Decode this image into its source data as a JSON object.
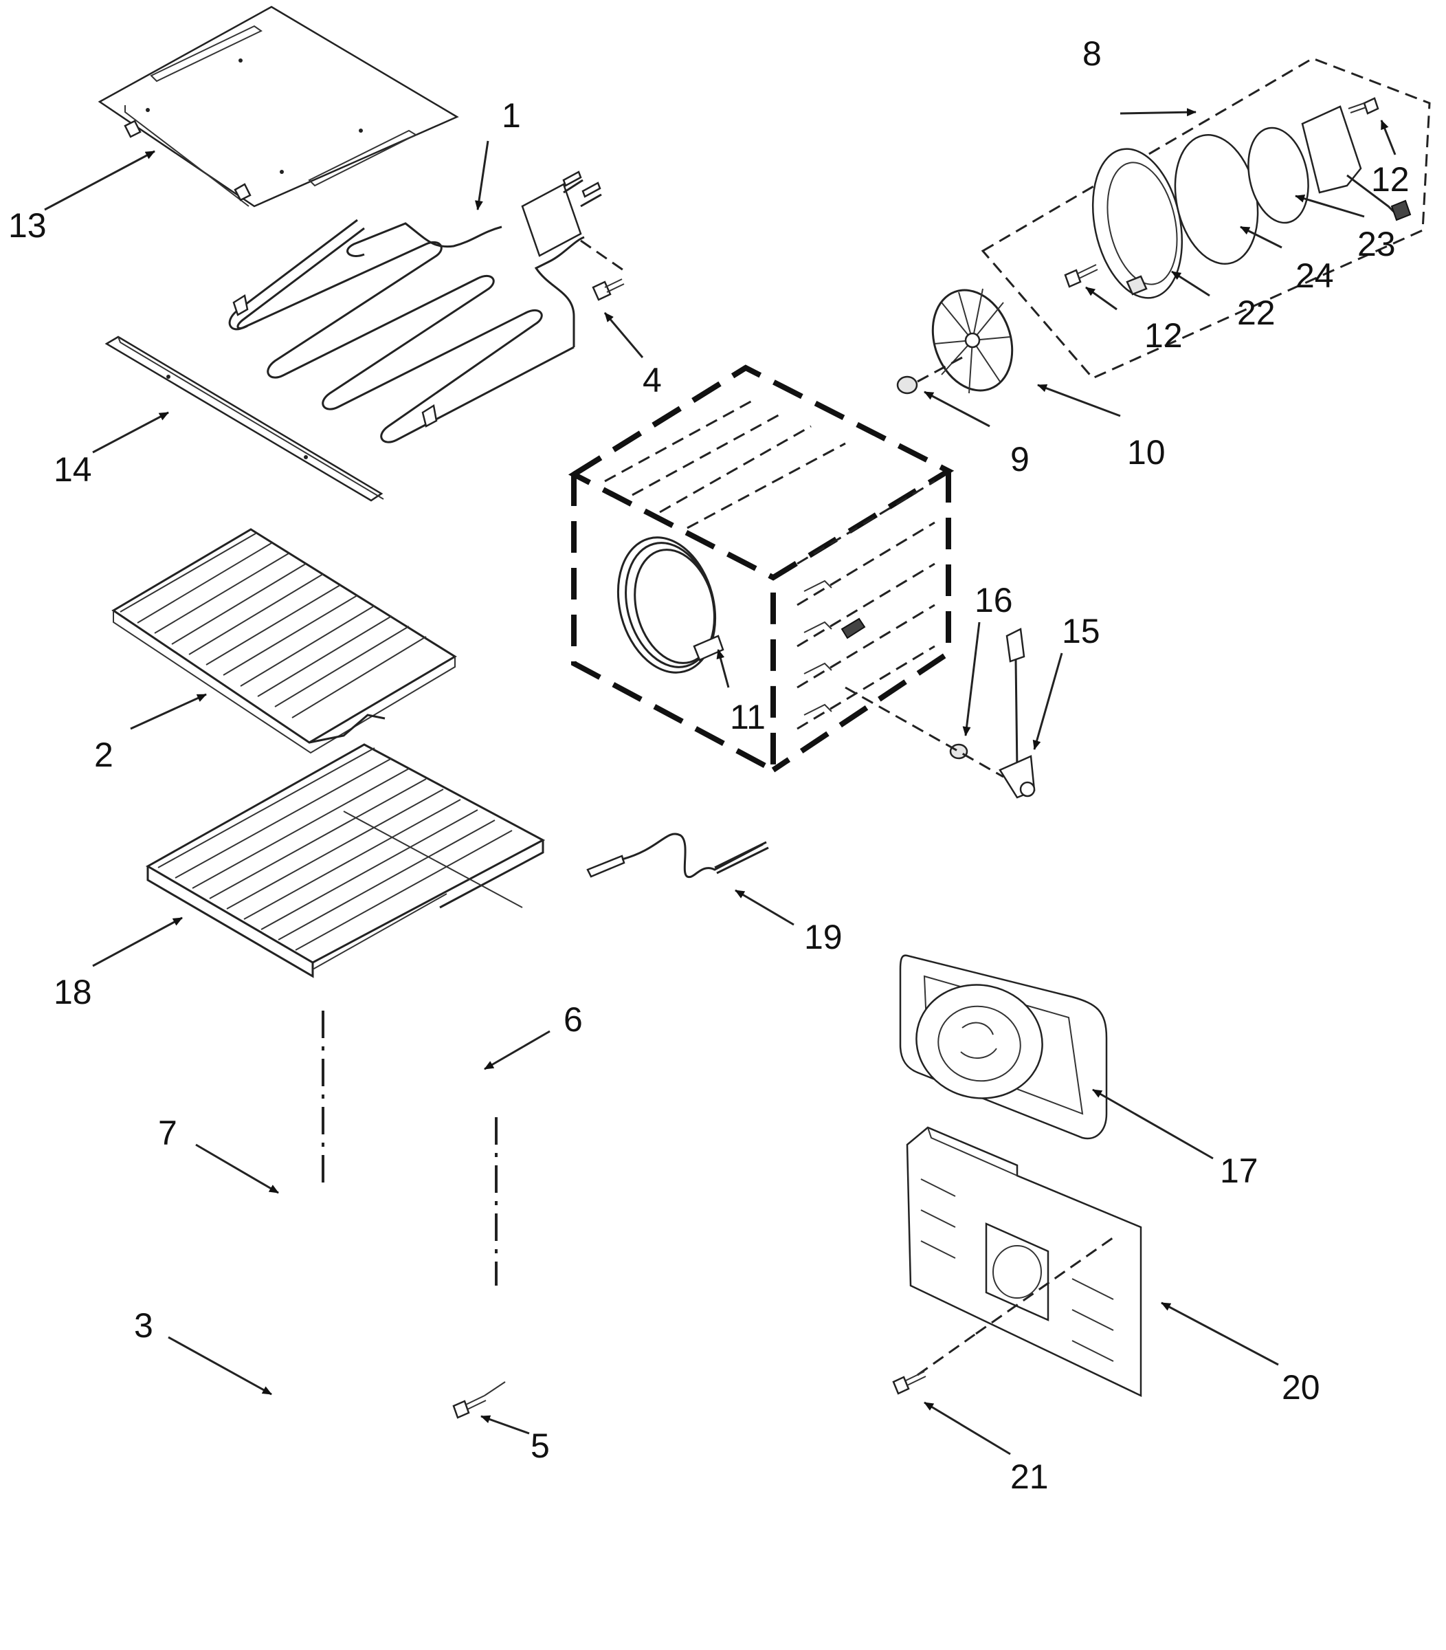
{
  "diagram": {
    "labels": [
      {
        "id": "1",
        "text": "1"
      },
      {
        "id": "2",
        "text": "2"
      },
      {
        "id": "3",
        "text": "3"
      },
      {
        "id": "4",
        "text": "4"
      },
      {
        "id": "5",
        "text": "5"
      },
      {
        "id": "6",
        "text": "6"
      },
      {
        "id": "7",
        "text": "7"
      },
      {
        "id": "8",
        "text": "8"
      },
      {
        "id": "9",
        "text": "9"
      },
      {
        "id": "10",
        "text": "10"
      },
      {
        "id": "11",
        "text": "11"
      },
      {
        "id": "12a",
        "text": "12"
      },
      {
        "id": "12b",
        "text": "12"
      },
      {
        "id": "13",
        "text": "13"
      },
      {
        "id": "14",
        "text": "14"
      },
      {
        "id": "15",
        "text": "15"
      },
      {
        "id": "16",
        "text": "16"
      },
      {
        "id": "17",
        "text": "17"
      },
      {
        "id": "18",
        "text": "18"
      },
      {
        "id": "19",
        "text": "19"
      },
      {
        "id": "20",
        "text": "20"
      },
      {
        "id": "21",
        "text": "21"
      },
      {
        "id": "22",
        "text": "22"
      },
      {
        "id": "23",
        "text": "23"
      },
      {
        "id": "24",
        "text": "24"
      }
    ]
  }
}
